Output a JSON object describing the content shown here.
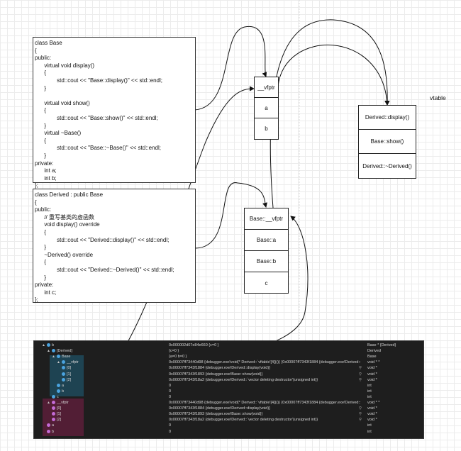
{
  "base_code": [
    "class Base",
    "{",
    "public:",
    "      virtual void display()",
    "      {",
    "              std::cout << \"Base::display()\" << std::endl;",
    "      }",
    "",
    "      virtual void show()",
    "      {",
    "              std::cout << \"Base::show()\" << std::endl;",
    "      }",
    "      virtual ~Base()",
    "      {",
    "              std::cout << \"Base::~Base()\" << std::endl;",
    "      }",
    "private:",
    "      int a;",
    "      int b;",
    "};"
  ],
  "derived_code": [
    "class Derived : public Base",
    "{",
    "public:",
    "      // 重写基类的虚函数",
    "      void display() override",
    "      {",
    "              std::cout << \"Derived::display()\" << std::endl;",
    "      }",
    "      ~Derived() override",
    "      {",
    "              std::cout << \"Derived::~Derived()\" << std::endl;",
    "      }",
    "private:",
    "      int c;",
    "};"
  ],
  "base_layout": [
    "__vfptr",
    "a",
    "b"
  ],
  "derived_layout": [
    "Base::__vfptr",
    "Base::a",
    "Base::b",
    "c"
  ],
  "vtable_title": "vtable",
  "vtable": [
    "Derived::display()",
    "Base::show()",
    "Derived::~Derived()"
  ],
  "debugger_rows": [
    {
      "indent": 1,
      "tri": "▲",
      "icon": "blue",
      "name": "b",
      "value": "0x000002d07e84e660 {c=0 }",
      "type": "Base * {Derived}",
      "mag": false
    },
    {
      "indent": 2,
      "tri": "▲",
      "icon": "blue",
      "name": "[Derived]",
      "value": "{c=0 }",
      "type": "Derived",
      "mag": false
    },
    {
      "indent": 3,
      "tri": "▲",
      "icon": "blue",
      "name": "Base",
      "value": "{a=0 b=0 }",
      "type": "Base",
      "mag": false
    },
    {
      "indent": 4,
      "tri": "▲",
      "icon": "blue",
      "name": "__vfptr",
      "value": "0x00007ff73440d98 {debugger.exe!void(* Derived::`vftable'[4])()} {0x00007ff7343f1884 {debugger.exe!Derived::",
      "type": "void * *",
      "mag": false
    },
    {
      "indent": 5,
      "tri": "",
      "icon": "blue",
      "name": "[0]",
      "value": "0x00007ff7343f1884 {debugger.exe!Derived::display(void)}",
      "type": "void *",
      "mag": true
    },
    {
      "indent": 5,
      "tri": "",
      "icon": "blue",
      "name": "[1]",
      "value": "0x00007ff7343f1893 {debugger.exe!Base::show(void)}",
      "type": "void *",
      "mag": true
    },
    {
      "indent": 5,
      "tri": "",
      "icon": "blue",
      "name": "[2]",
      "value": "0x00007ff7343f18a2 {debugger.exe!Derived::`vector deleting destructor'(unsigned int)}",
      "type": "void *",
      "mag": true
    },
    {
      "indent": 4,
      "tri": "",
      "icon": "blue",
      "name": "a",
      "value": "0",
      "type": "int",
      "mag": false
    },
    {
      "indent": 4,
      "tri": "",
      "icon": "blue",
      "name": "b",
      "value": "0",
      "type": "int",
      "mag": false
    },
    {
      "indent": 3,
      "tri": "",
      "icon": "blue",
      "name": "c",
      "value": "0",
      "type": "int",
      "mag": false
    },
    {
      "indent": 2,
      "tri": "▲",
      "icon": "pink",
      "name": "__vfptr",
      "value": "0x00007ff73440d98 {debugger.exe!void(* Derived::`vftable'[4])()} {0x00007ff7343f1884 {debugger.exe!Derived::",
      "type": "void * *",
      "mag": false
    },
    {
      "indent": 3,
      "tri": "",
      "icon": "pink",
      "name": "[0]",
      "value": "0x00007ff7343f1884 {debugger.exe!Derived::display(void)}",
      "type": "void *",
      "mag": true
    },
    {
      "indent": 3,
      "tri": "",
      "icon": "pink",
      "name": "[1]",
      "value": "0x00007ff7343f1893 {debugger.exe!Base::show(void)}",
      "type": "void *",
      "mag": true
    },
    {
      "indent": 3,
      "tri": "",
      "icon": "pink",
      "name": "[2]",
      "value": "0x00007ff7343f18a2 {debugger.exe!Derived::`vector deleting destructor'(unsigned int)}",
      "type": "void *",
      "mag": true
    },
    {
      "indent": 2,
      "tri": "",
      "icon": "pink",
      "name": "a",
      "value": "0",
      "type": "int",
      "mag": false
    },
    {
      "indent": 2,
      "tri": "",
      "icon": "pink",
      "name": "b",
      "value": "0",
      "type": "int",
      "mag": false
    }
  ],
  "colors": {
    "arrow": "#111111",
    "debugger_bg": "#1e1e1e",
    "highlight_blue": "#1e4a5c",
    "highlight_pink": "#5c1e3a",
    "icon_blue": "#4aa3df",
    "icon_pink": "#c46bd6"
  },
  "icons": [
    "expand-triangle-icon",
    "variable-icon",
    "magnifier-icon",
    "arrowhead-icon"
  ]
}
